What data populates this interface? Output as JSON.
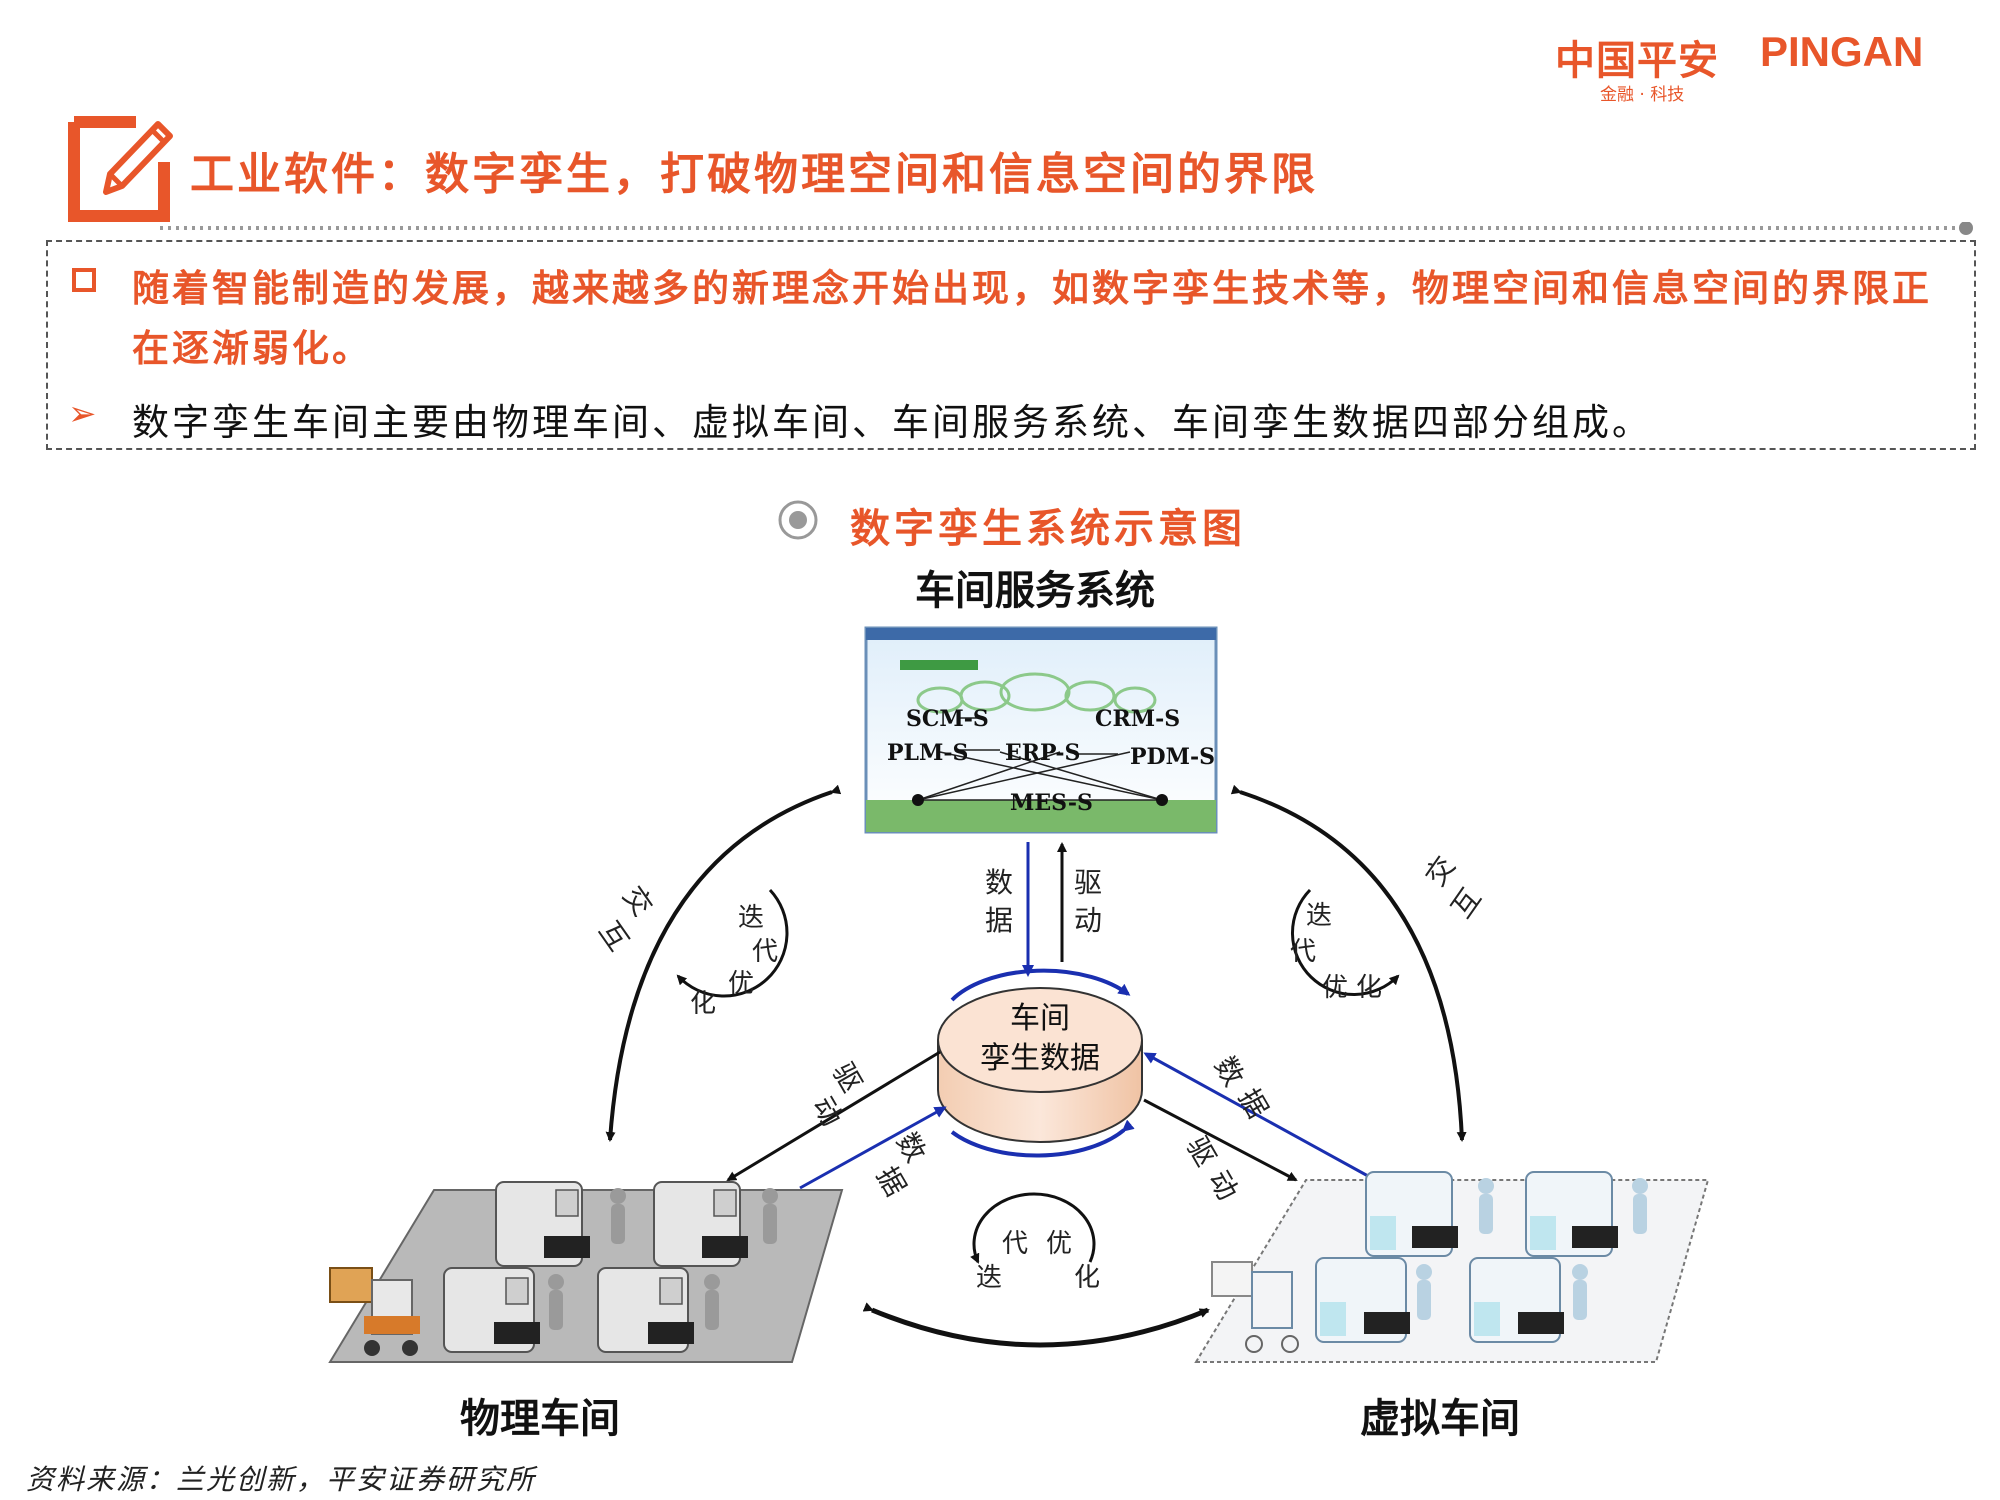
{
  "brand": {
    "logo_cn": "中国平安",
    "logo_en": "PINGAN",
    "tagline": "金融 · 科技",
    "accent": "#e8562a"
  },
  "header": {
    "title": "工业软件：数字孪生，打破物理空间和信息空间的界限",
    "icon": "pen-square-icon"
  },
  "summary": {
    "highlight": "随着智能制造的发展，越来越多的新理念开始出现，如数字孪生技术等，物理空间和信息空间的界限正在逐渐弱化。",
    "detail": "数字孪生车间主要由物理车间、虚拟车间、车间服务系统、车间孪生数据四部分组成。"
  },
  "figure": {
    "caption": "数字孪生系统示意图",
    "service_system": {
      "title": "车间服务系统",
      "modules": [
        "SCM-S",
        "CRM-S",
        "PLM-S",
        "ERP-S",
        "PDM-S",
        "MES-S"
      ]
    },
    "hub": {
      "line1": "车间",
      "line2": "孪生数据"
    },
    "physical": "物理车间",
    "virtual": "虚拟车间",
    "edge_labels": {
      "interact": "交互",
      "iterate": "迭代优化",
      "data": "数据",
      "drive": "驱动"
    }
  },
  "footer": {
    "source": "资料来源：兰光创新，平安证券研究所"
  }
}
